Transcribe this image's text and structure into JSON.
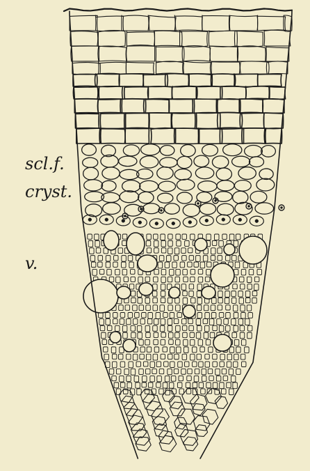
{
  "figure": {
    "labels": {
      "sclerenchyma_fibres": "scl.f.",
      "crystals": "cryst.",
      "vessel": "v."
    }
  },
  "colors": {
    "paper": "#f2eccd",
    "ink": "#1a1a1a"
  }
}
